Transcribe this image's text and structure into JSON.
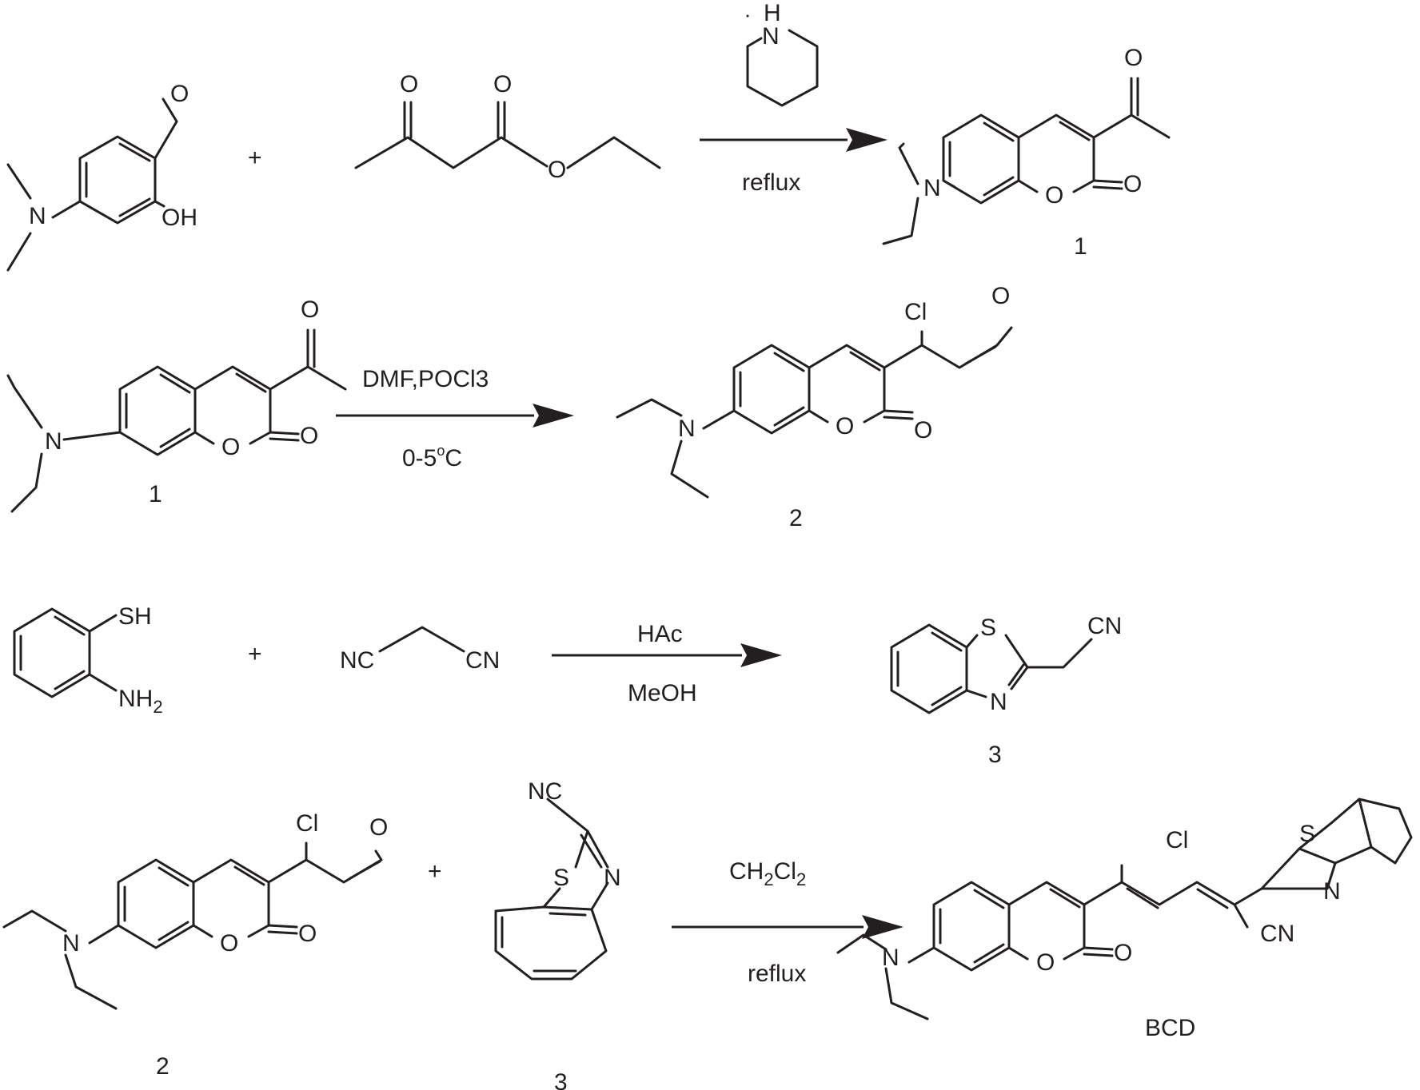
{
  "colors": {
    "ink": "#231f20",
    "background": "#ffffff"
  },
  "row1": {
    "reactant1": {
      "label_o": "O",
      "label_n": "N",
      "label_oh": "OH"
    },
    "plus": "+",
    "reactant2": {
      "label_o1": "O",
      "label_o2": "O",
      "label_o3": "O"
    },
    "arrow": {
      "reagent_n": "N",
      "reagent_h": "H",
      "condition_below": "reflux"
    },
    "product": {
      "label_o_acetyl": "O",
      "label_n": "N",
      "label_o_ring": "O",
      "label_o_carbonyl": "O",
      "number": "1"
    }
  },
  "row2": {
    "reactant": {
      "label_o_acetyl": "O",
      "label_n": "N",
      "label_o_ring": "O",
      "label_o_carbonyl": "O",
      "number": "1"
    },
    "arrow": {
      "condition_above": "DMF,POCl3",
      "condition_below_main": "0-5",
      "condition_below_sup": "o",
      "condition_below_unit": "C"
    },
    "product": {
      "label_cl": "Cl",
      "label_o_ald": "O",
      "label_n": "N",
      "label_o_ring": "O",
      "label_o_carbonyl": "O",
      "number": "2"
    }
  },
  "row3": {
    "reactant1": {
      "label_sh": "SH",
      "label_nh": "NH",
      "label_nh_sub": "2"
    },
    "plus": "+",
    "reactant2": {
      "label_nc": "NC",
      "label_cn": "CN"
    },
    "arrow": {
      "condition_above": "HAc",
      "condition_below": "MeOH"
    },
    "product": {
      "label_s": "S",
      "label_n": "N",
      "label_cn": "CN",
      "number": "3"
    }
  },
  "row4": {
    "reactant1": {
      "label_cl": "Cl",
      "label_o_ald": "O",
      "label_n": "N",
      "label_o_ring": "O",
      "label_o_carbonyl": "O",
      "number": "2"
    },
    "plus": "+",
    "reactant2": {
      "label_nc": "NC",
      "label_s": "S",
      "label_n": "N",
      "number": "3"
    },
    "arrow": {
      "cond_ch": "CH",
      "cond_sub1": "2",
      "cond_cl": "Cl",
      "cond_sub2": "2",
      "condition_below": "reflux"
    },
    "product": {
      "label_cl": "Cl",
      "label_s": "S",
      "label_n_thiazole": "N",
      "label_cn": "CN",
      "label_n": "N",
      "label_o_ring": "O",
      "label_o_carbonyl": "O",
      "name": "BCD"
    }
  }
}
